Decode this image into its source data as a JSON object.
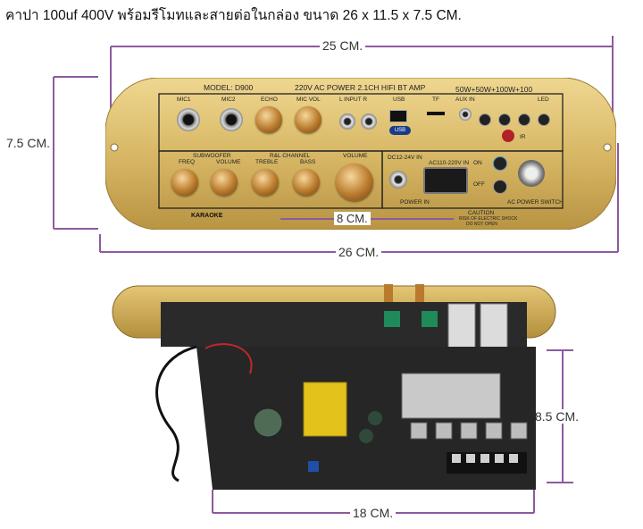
{
  "header": {
    "text": "คาปา 100uf 400V พร้อมรีโมทและสายต่อในกล่อง ขนาด 26 x 11.5 x 7.5 CM."
  },
  "dimensions": {
    "top_width": "25 CM.",
    "height": "7.5 CM.",
    "panel_inner": "8 CM.",
    "bottom_width": "26 CM.",
    "board_height": "8.5 CM.",
    "board_width": "18 CM."
  },
  "panel": {
    "model": "MODEL:  D900",
    "power_title": "220V AC POWER 2.1CH HIFI BT AMP",
    "wattage": "50W+50W+100W+100",
    "top_labels": [
      "MIC1",
      "MIC2",
      "ECHO",
      "MIC VOL",
      "L  INPUT  R",
      "USB",
      "TF",
      "AUX IN",
      "LED"
    ],
    "usb_badge": "USB",
    "ir_label": "IR",
    "subwoofer": "SUBWOOFER",
    "rl_channel": "R&L CHANNEL",
    "bottom_labels": [
      "FREQ",
      "VOLUME",
      "TREBLE",
      "BASS",
      "VOLUME"
    ],
    "dc_label": "DC12-24V IN",
    "ac_label": "AC110-220V IN",
    "power_in": "POWER IN",
    "on": "ON",
    "off": "OFF",
    "ac_switch": "AC POWER SWITCH",
    "karaoke": "KARAOKE",
    "caution": "CAUTION",
    "caution_sub1": "RISK OF ELECTRIC SHOCK",
    "caution_sub2": "DO NOT OPEN"
  },
  "colors": {
    "gold": "#d8b866",
    "dim_line": "#8e5aa0",
    "panel_dark": "#2b2b2b"
  }
}
